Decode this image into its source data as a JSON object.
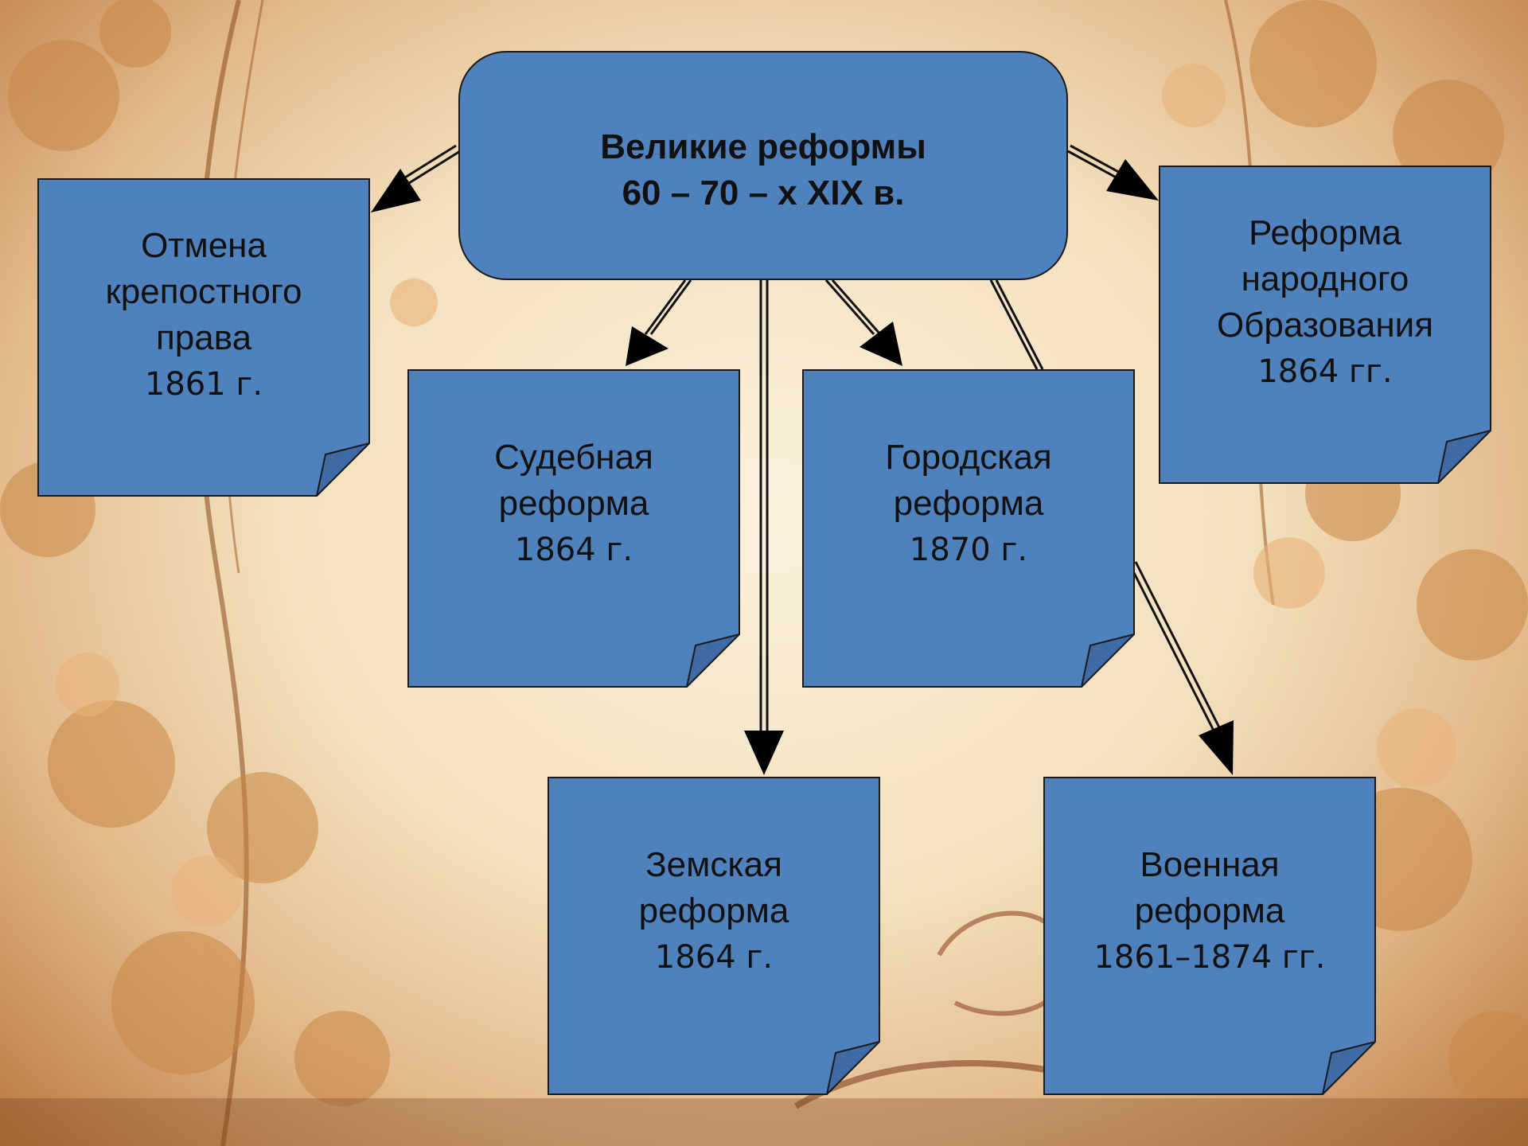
{
  "root": {
    "line1": "Великие реформы",
    "line2": "60 – 70 – х XIX в."
  },
  "notes": [
    {
      "lines": [
        "Отмена",
        "крепостного",
        "права"
      ],
      "year": "1861 г."
    },
    {
      "lines": [
        "Судебная",
        "реформа"
      ],
      "year": "1864 г."
    },
    {
      "lines": [
        "Городская",
        "реформа"
      ],
      "year": "1870 г."
    },
    {
      "lines": [
        "Реформа",
        "народного",
        "Образования"
      ],
      "year": "1864 гг."
    },
    {
      "lines": [
        "Земская",
        "реформа"
      ],
      "year": "1864 г."
    },
    {
      "lines": [
        "Военная",
        "реформа"
      ],
      "year": "1861–1874 гг."
    }
  ],
  "colors": {
    "box_fill": "#4f81bd",
    "fold_fill": "#3f6aa3",
    "outline": "#1b1b1b"
  }
}
